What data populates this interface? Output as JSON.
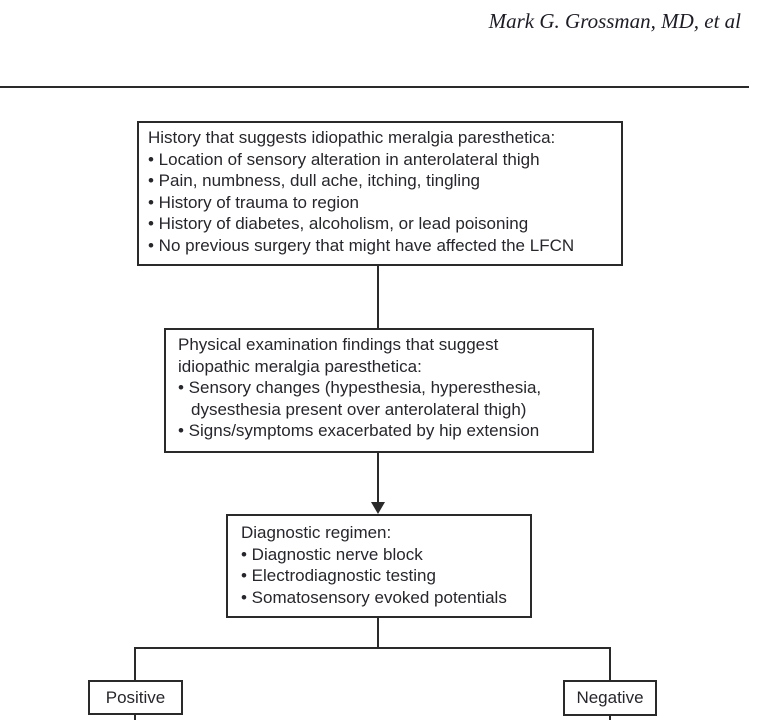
{
  "header": {
    "author": "Mark G. Grossman, MD, et al"
  },
  "flowchart": {
    "history_box": {
      "title": "History that suggests idiopathic meralgia paresthetica:",
      "bullets": [
        "• Location of sensory alteration in anterolateral thigh",
        "• Pain, numbness, dull ache, itching, tingling",
        "• History of trauma to region",
        "• History of diabetes, alcoholism, or lead poisoning",
        "• No previous surgery that might have affected the LFCN"
      ]
    },
    "physical_exam_box": {
      "title_line1": "Physical examination findings that suggest",
      "title_line2": "idiopathic meralgia paresthetica:",
      "bullet1_line1": "• Sensory changes (hypesthesia, hyperesthesia,",
      "bullet1_line2": "dysesthesia present over anterolateral thigh)",
      "bullet2": "• Signs/symptoms exacerbated by hip extension"
    },
    "diagnostic_box": {
      "title": "Diagnostic regimen:",
      "bullets": [
        "• Diagnostic nerve block",
        "• Electrodiagnostic testing",
        "• Somatosensory evoked potentials"
      ]
    },
    "positive_label": "Positive",
    "negative_label": "Negative"
  },
  "colors": {
    "ink": "#26262c",
    "line": "#2a2a2a",
    "background": "#ffffff"
  }
}
